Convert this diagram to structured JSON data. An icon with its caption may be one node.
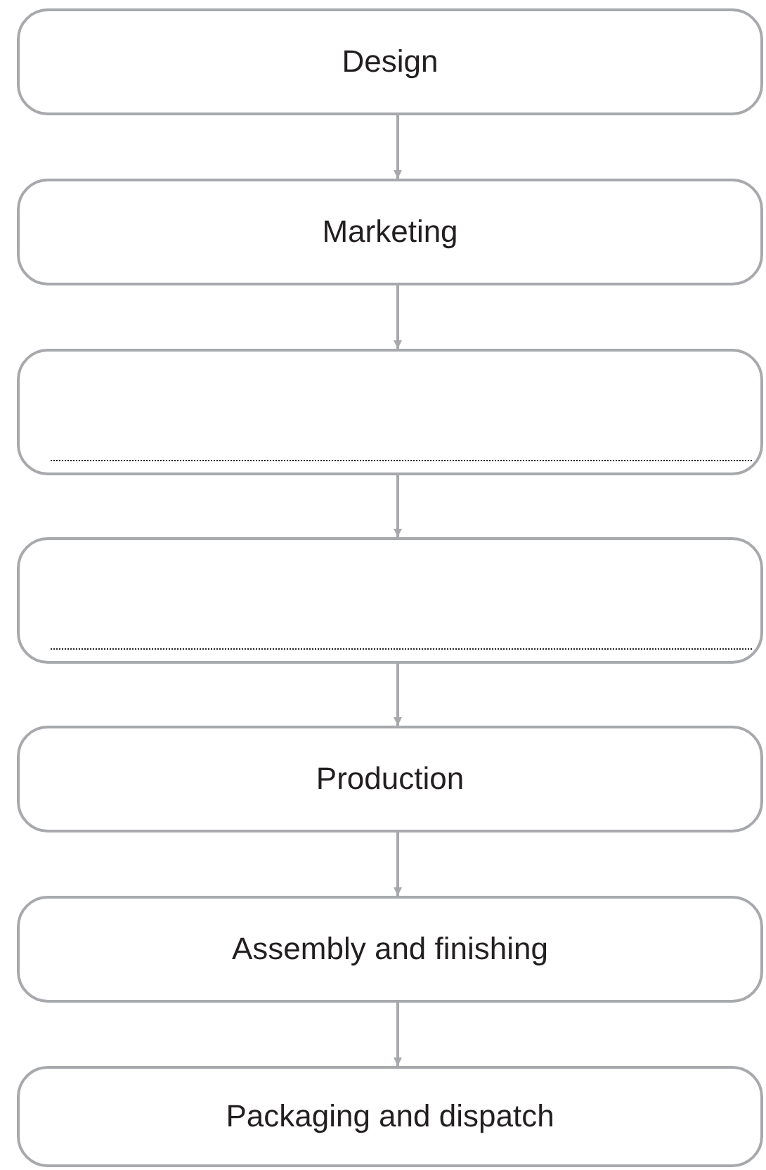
{
  "diagram": {
    "nodes": [
      {
        "text": [
          "Design"
        ]
      },
      {
        "text": [
          "Marketing"
        ]
      },
      {
        "text": [],
        "shape": "box"
      },
      {
        "text": [],
        "shape": "box"
      },
      {
        "text": [
          "Production"
        ]
      },
      {
        "text": [
          "Assembly and finishing"
        ]
      },
      {
        "text": [
          "Packaging and dispatch"
        ]
      }
    ],
    "edges": [
      {
        "from": 0,
        "to": 1,
        "arrow": "to"
      },
      {
        "from": 1,
        "to": 2,
        "arrow": "to"
      },
      {
        "from": 2,
        "to": 3,
        "arrow": "to"
      },
      {
        "from": 3,
        "to": 4,
        "arrow": "to"
      },
      {
        "from": 4,
        "to": 5,
        "arrow": "to"
      },
      {
        "from": 5,
        "to": 6,
        "arrow": "to"
      }
    ]
  }
}
